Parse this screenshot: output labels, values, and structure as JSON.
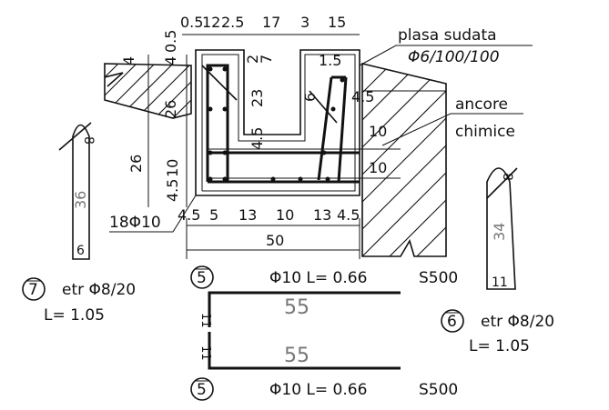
{
  "top_dims": [
    "0.5",
    "12",
    "2.5",
    "17",
    "3",
    "15"
  ],
  "left_dims": [
    "4",
    "0.5",
    "4",
    "26",
    "26",
    "10",
    "4.5"
  ],
  "inner_dims": [
    "2",
    "7",
    "23",
    "4.5",
    "6",
    "4.5",
    "10",
    "10",
    "1.5"
  ],
  "bottom_dims": [
    "4.5",
    "5",
    "13",
    "10",
    "13",
    "4.5"
  ],
  "total_width": "50",
  "labels": {
    "mesh_line1": "plasa sudata",
    "mesh_line2": "Φ6/100/100",
    "anchor_line1": "ancore",
    "anchor_line2": "chimice",
    "bars_left": "18Φ10"
  },
  "bar5_top": {
    "mark": "5",
    "spec": "Φ10  L= 0.66",
    "grade": "S500",
    "length": "55",
    "hook": "11"
  },
  "bar5_bottom": {
    "mark": "5",
    "spec": "Φ10  L= 0.66",
    "grade": "S500",
    "length": "55",
    "hook": "11"
  },
  "stirrup7": {
    "mark": "7",
    "spec": "etr Φ8/20",
    "length": "L= 1.05",
    "dims": [
      "8",
      "36",
      "6"
    ]
  },
  "stirrup6": {
    "mark": "6",
    "spec": "etr Φ8/20",
    "length": "L= 1.05",
    "dims": [
      "8",
      "34",
      "11"
    ]
  },
  "colors": {
    "ink": "#111111",
    "paper": "#ffffff",
    "faint": "#777777"
  }
}
